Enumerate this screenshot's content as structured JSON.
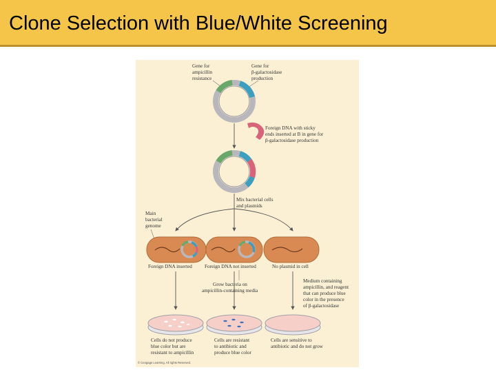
{
  "slide": {
    "title": "Clone Selection with Blue/White Screening"
  },
  "figure": {
    "labels": {
      "amp_gene": [
        "Gene for",
        "ampicillin",
        "resistance"
      ],
      "bgal_gene": [
        "Gene for",
        "β-galactosidase",
        "production"
      ],
      "foreign_dna": [
        "Foreign DNA with sticky",
        "ends inserted at B in gene for",
        "β-galactosidase production"
      ],
      "mix": [
        "Mix bacterial cells",
        "and plasmids"
      ],
      "main_genome": [
        "Main",
        "bacterial",
        "genome"
      ],
      "grow": [
        "Grow bacteria on",
        "ampicillin-containing media"
      ],
      "medium": [
        "Medium containing",
        "ampicillin, and reagent",
        "that can produce blue",
        "color in the presence",
        "of β-galactosidase"
      ]
    },
    "cell_labels": [
      "Foreign DNA inserted",
      "Foreign DNA not inserted",
      "No plasmid in cell"
    ],
    "outcomes": [
      [
        "Cells do not produce",
        "blue color but are",
        "resistant to ampicillin"
      ],
      [
        "Cells are resistant",
        "to antibiotic and",
        "produce blue color"
      ],
      [
        "Cells are sensitive to",
        "antibiotic and do not grow"
      ]
    ],
    "credit": "© Cengage Learning. All rights Reserved.",
    "colors": {
      "panel": "#fbf0d4",
      "amp_gene": "#6aa86a",
      "bgal_gene": "#3d9fc0",
      "foreign_dna": "#d9647a",
      "plasmid": "#b8b8bc",
      "cell_fill": "#d98a52",
      "plate_agar": "#f6cfc8"
    }
  }
}
